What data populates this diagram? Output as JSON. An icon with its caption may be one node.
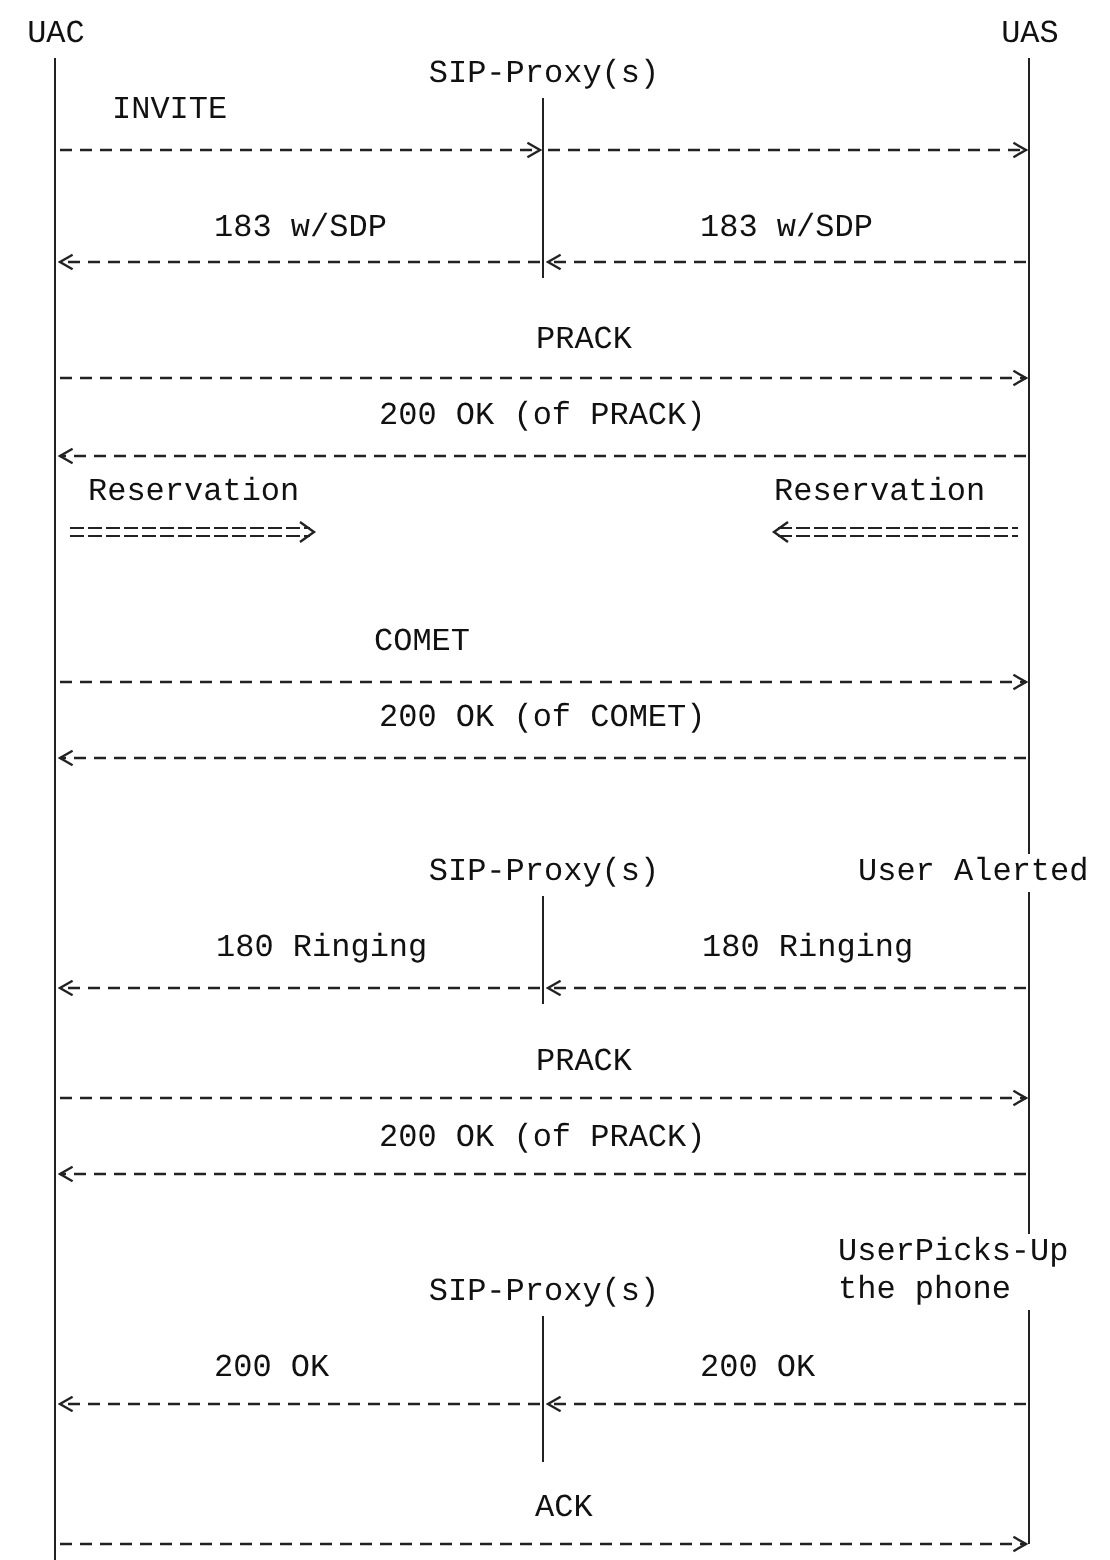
{
  "diagram": {
    "nodes": [
      {
        "text": [
          "UAC"
        ]
      },
      {
        "text": [
          "UAS"
        ]
      },
      {
        "text": [
          "SIP-Proxy(s)"
        ]
      },
      {
        "text": [
          "SIP-Proxy(s)"
        ]
      },
      {
        "text": [
          "SIP-Proxy(s)"
        ]
      }
    ],
    "edges": [
      {
        "from": 0,
        "to": 2,
        "arrow": "to",
        "label": "INVITE",
        "style": "dashed"
      },
      {
        "from": 2,
        "to": 1,
        "arrow": "to",
        "style": "dashed"
      },
      {
        "from": 2,
        "to": 0,
        "arrow": "to",
        "label": "183 w/SDP",
        "style": "dashed"
      },
      {
        "from": 1,
        "to": 2,
        "arrow": "to",
        "label": "183 w/SDP",
        "style": "dashed"
      },
      {
        "from": 0,
        "to": 1,
        "arrow": "to",
        "label": "PRACK",
        "style": "dashed"
      },
      {
        "from": 1,
        "to": 0,
        "arrow": "to",
        "label": "200 OK (of PRACK)",
        "style": "dashed"
      },
      {
        "from": 0,
        "to": 1,
        "arrow": "to",
        "label": "COMET",
        "style": "dashed"
      },
      {
        "from": 1,
        "to": 0,
        "arrow": "to",
        "label": "200 OK (of COMET)",
        "style": "dashed"
      },
      {
        "from": 3,
        "to": 0,
        "arrow": "to",
        "label": "180 Ringing",
        "style": "dashed"
      },
      {
        "from": 1,
        "to": 3,
        "arrow": "to",
        "label": "180 Ringing",
        "style": "dashed"
      },
      {
        "from": 0,
        "to": 1,
        "arrow": "to",
        "label": "PRACK",
        "style": "dashed"
      },
      {
        "from": 1,
        "to": 0,
        "arrow": "to",
        "label": "200 OK (of PRACK)",
        "style": "dashed"
      },
      {
        "from": 4,
        "to": 0,
        "arrow": "to",
        "label": "200 OK",
        "style": "dashed"
      },
      {
        "from": 1,
        "to": 4,
        "arrow": "to",
        "label": "200 OK",
        "style": "dashed"
      },
      {
        "from": 0,
        "to": 1,
        "arrow": "to",
        "label": "ACK",
        "style": "dashed"
      }
    ],
    "labels": [
      "Reservation",
      "Reservation",
      "User Alerted",
      "UserPicks-Up the phone"
    ]
  }
}
